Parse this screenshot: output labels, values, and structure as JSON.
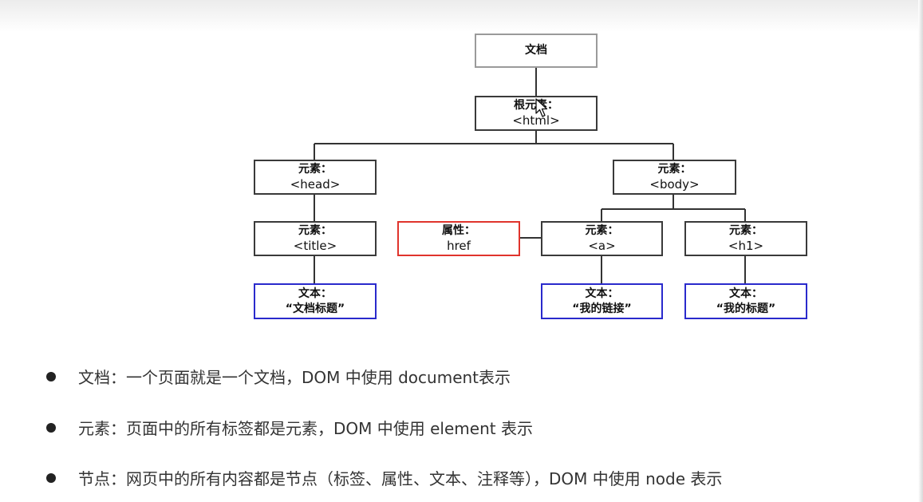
{
  "tree": {
    "document": "文档",
    "root": {
      "label": "根元素：",
      "tag": "<html>"
    },
    "head": {
      "label": "元素：",
      "tag": "<head>"
    },
    "body": {
      "label": "元素：",
      "tag": "<body>"
    },
    "title": {
      "label": "元素：",
      "tag": "<title>"
    },
    "attr_href": {
      "label": "属性：",
      "tag": "href"
    },
    "a": {
      "label": "元素：",
      "tag": "<a>"
    },
    "h1": {
      "label": "元素：",
      "tag": "<h1>"
    },
    "text_title": {
      "label": "文本：",
      "value": "“文档标题”"
    },
    "text_link": {
      "label": "文本：",
      "value": "“我的链接”"
    },
    "text_heading": {
      "label": "文本：",
      "value": "“我的标题”"
    }
  },
  "colors": {
    "document_border": "#9a9a9a",
    "element_border": "#3a3a3a",
    "attribute_border": "#e0342c",
    "text_border": "#2a2acc"
  },
  "bullets": [
    "文档：一个页面就是一个文档，DOM 中使用 document表示",
    "元素：页面中的所有标签都是元素，DOM 中使用 element 表示",
    "节点：网页中的所有内容都是节点（标签、属性、文本、注释等），DOM 中使用 node 表示"
  ]
}
